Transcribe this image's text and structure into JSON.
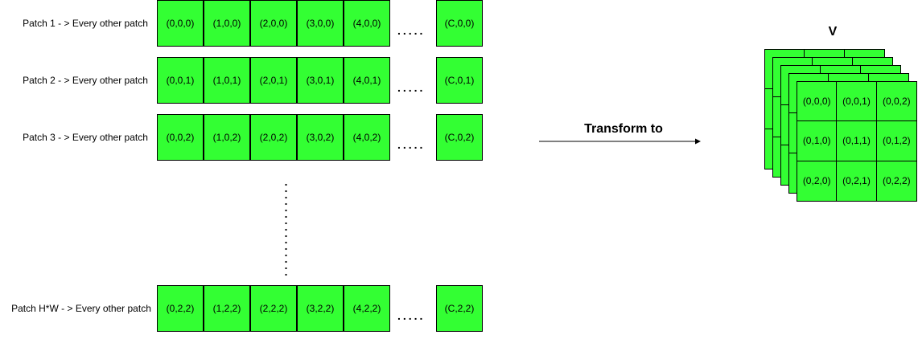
{
  "colors": {
    "cell_fill": "#33ff33",
    "stroke": "#000000"
  },
  "rows": [
    {
      "label": "Patch 1 - > Every other patch",
      "cells": [
        "(0,0,0)",
        "(1,0,0)",
        "(2,0,0)",
        "(3,0,0)",
        "(4,0,0)"
      ],
      "last_cell": "(C,0,0)"
    },
    {
      "label": "Patch 2 - > Every other patch",
      "cells": [
        "(0,0,1)",
        "(1,0,1)",
        "(2,0,1)",
        "(3,0,1)",
        "(4,0,1)"
      ],
      "last_cell": "(C,0,1)"
    },
    {
      "label": "Patch 3 - > Every other patch",
      "cells": [
        "(0,0,2)",
        "(1,0,2)",
        "(2,0,2)",
        "(3,0,2)",
        "(4,0,2)"
      ],
      "last_cell": "(C,0,2)"
    },
    {
      "label": "Patch H*W - > Every other patch",
      "cells": [
        "(0,2,2)",
        "(1,2,2)",
        "(2,2,2)",
        "(3,2,2)",
        "(4,2,2)"
      ],
      "last_cell": "(C,2,2)"
    }
  ],
  "ellipsis": ".....",
  "transform_label": "Transform to",
  "v_label": "V",
  "stack_layers": 5,
  "grid": [
    [
      "(0,0,0)",
      "(0,0,1)",
      "(0,0,2)"
    ],
    [
      "(0,1,0)",
      "(0,1,1)",
      "(0,1,2)"
    ],
    [
      "(0,2,0)",
      "(0,2,1)",
      "(0,2,2)"
    ]
  ]
}
